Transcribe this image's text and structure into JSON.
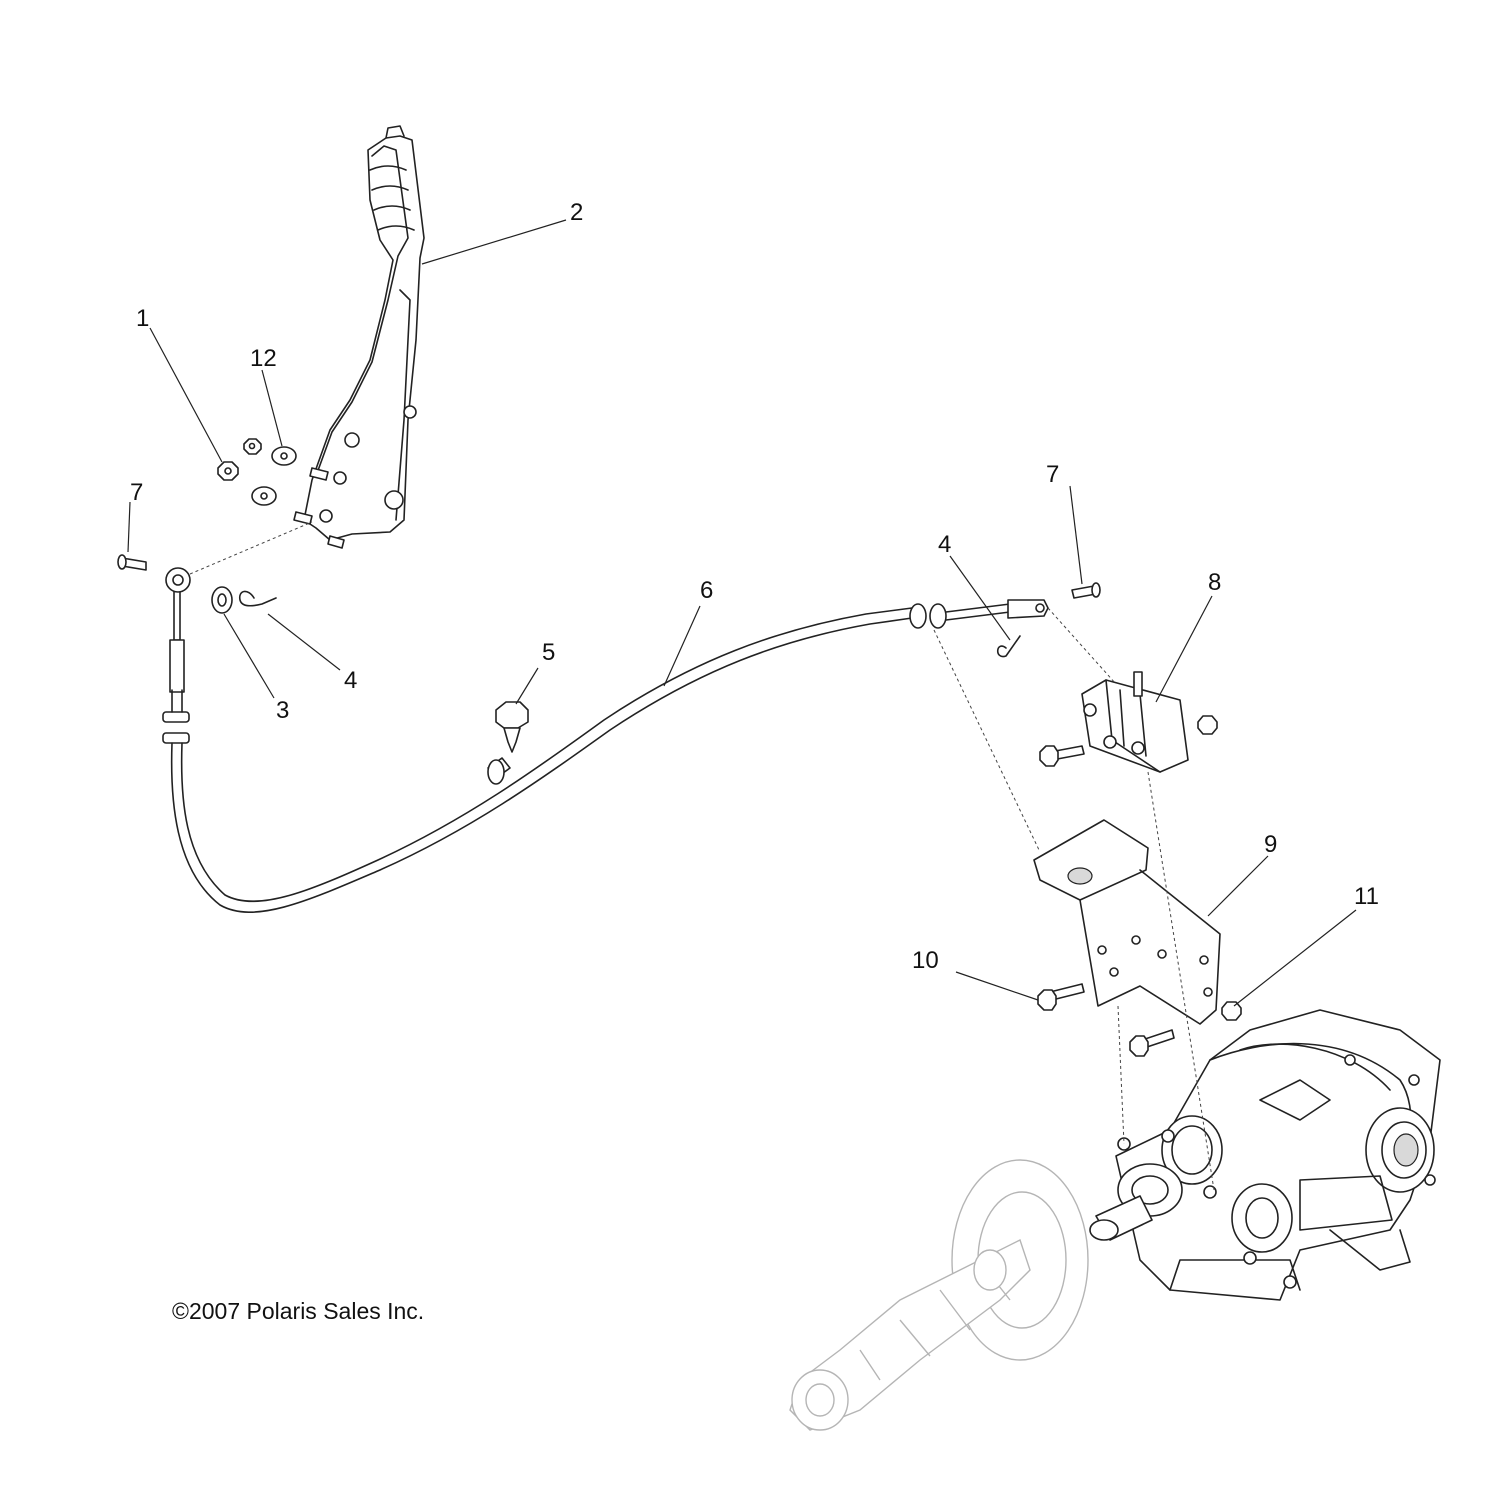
{
  "callouts": {
    "c1": "1",
    "c2": "2",
    "c3": "3",
    "c4a": "4",
    "c4b": "4",
    "c5": "5",
    "c6": "6",
    "c7a": "7",
    "c7b": "7",
    "c8": "8",
    "c9": "9",
    "c10": "10",
    "c11": "11",
    "c12": "12"
  },
  "copyright": "©2007 Polaris Sales Inc."
}
